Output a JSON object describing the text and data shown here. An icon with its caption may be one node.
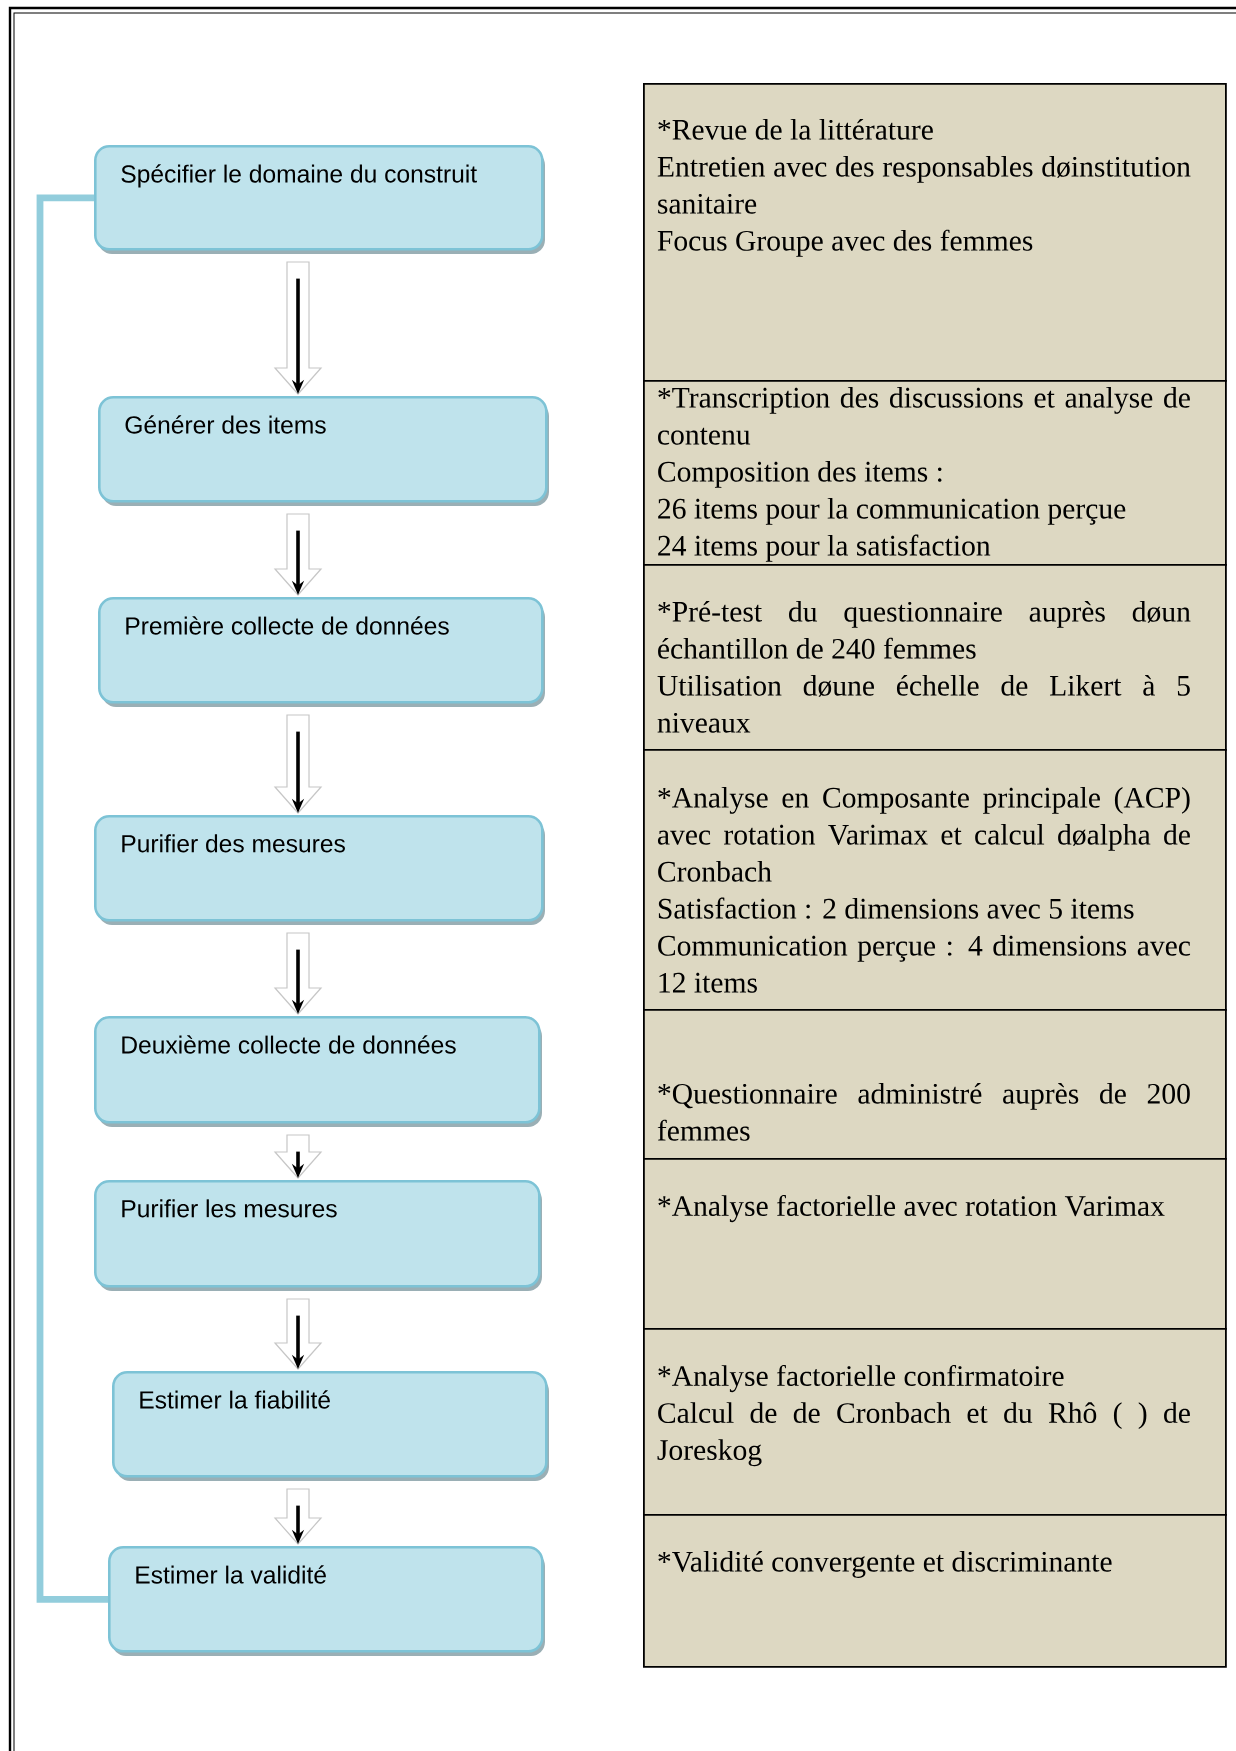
{
  "diagram": {
    "nodes": [
      {
        "text": [
          "Spécifier le domaine du construit"
        ]
      },
      {
        "text": [
          "Générer des items"
        ]
      },
      {
        "text": [
          "Première collecte de données"
        ]
      },
      {
        "text": [
          "Purifier  des mesures"
        ]
      },
      {
        "text": [
          "Deuxième collecte de données"
        ]
      },
      {
        "text": [
          "Purifier les mesures"
        ]
      },
      {
        "text": [
          "Estimer  la fiabilité"
        ]
      },
      {
        "text": [
          "Estimer  la validité"
        ]
      },
      {
        "text": [
          "*Revue de la littérature",
          "Entretien avec des responsables døinstitution sanitaire",
          "Focus Groupe avec des femmes"
        ]
      },
      {
        "text": [
          "*Transcription des discussions et analyse de contenu",
          "Composition des items :",
          "26 items pour la communication perçue",
          "24 items pour la satisfaction"
        ]
      },
      {
        "text": [
          "*Pré-test du questionnaire auprès døun échantillon de 240 femmes",
          "Utilisation døune échelle de Likert à 5 niveaux"
        ]
      },
      {
        "text": [
          "*Analyse en Composante principale (ACP) avec rotation Varimax et calcul døalpha de Cronbach",
          "Satisfaction : 2 dimensions avec 5 items",
          "Communication perçue : 4 dimensions avec 12 items"
        ]
      },
      {
        "text": [
          "*Questionnaire administré auprès de 200 femmes"
        ]
      },
      {
        "text": [
          "*Analyse factorielle avec rotation Varimax"
        ]
      },
      {
        "text": [
          "*Analyse factorielle confirmatoire",
          "Calcul de de Cronbach et du Rhô ( ) de Joreskog"
        ]
      },
      {
        "text": [
          "*Validité convergente et discriminante"
        ]
      }
    ],
    "edges": [
      {
        "from": 0,
        "to": 1,
        "arrow": "to"
      },
      {
        "from": 1,
        "to": 2,
        "arrow": "to"
      },
      {
        "from": 2,
        "to": 3,
        "arrow": "to"
      },
      {
        "from": 3,
        "to": 4,
        "arrow": "to"
      },
      {
        "from": 4,
        "to": 5,
        "arrow": "to"
      },
      {
        "from": 5,
        "to": 6,
        "arrow": "to"
      },
      {
        "from": 6,
        "to": 7,
        "arrow": "to"
      },
      {
        "from": 0,
        "to": 7,
        "arrow": "none",
        "style": "thick",
        "color": "#92cddc"
      }
    ]
  }
}
